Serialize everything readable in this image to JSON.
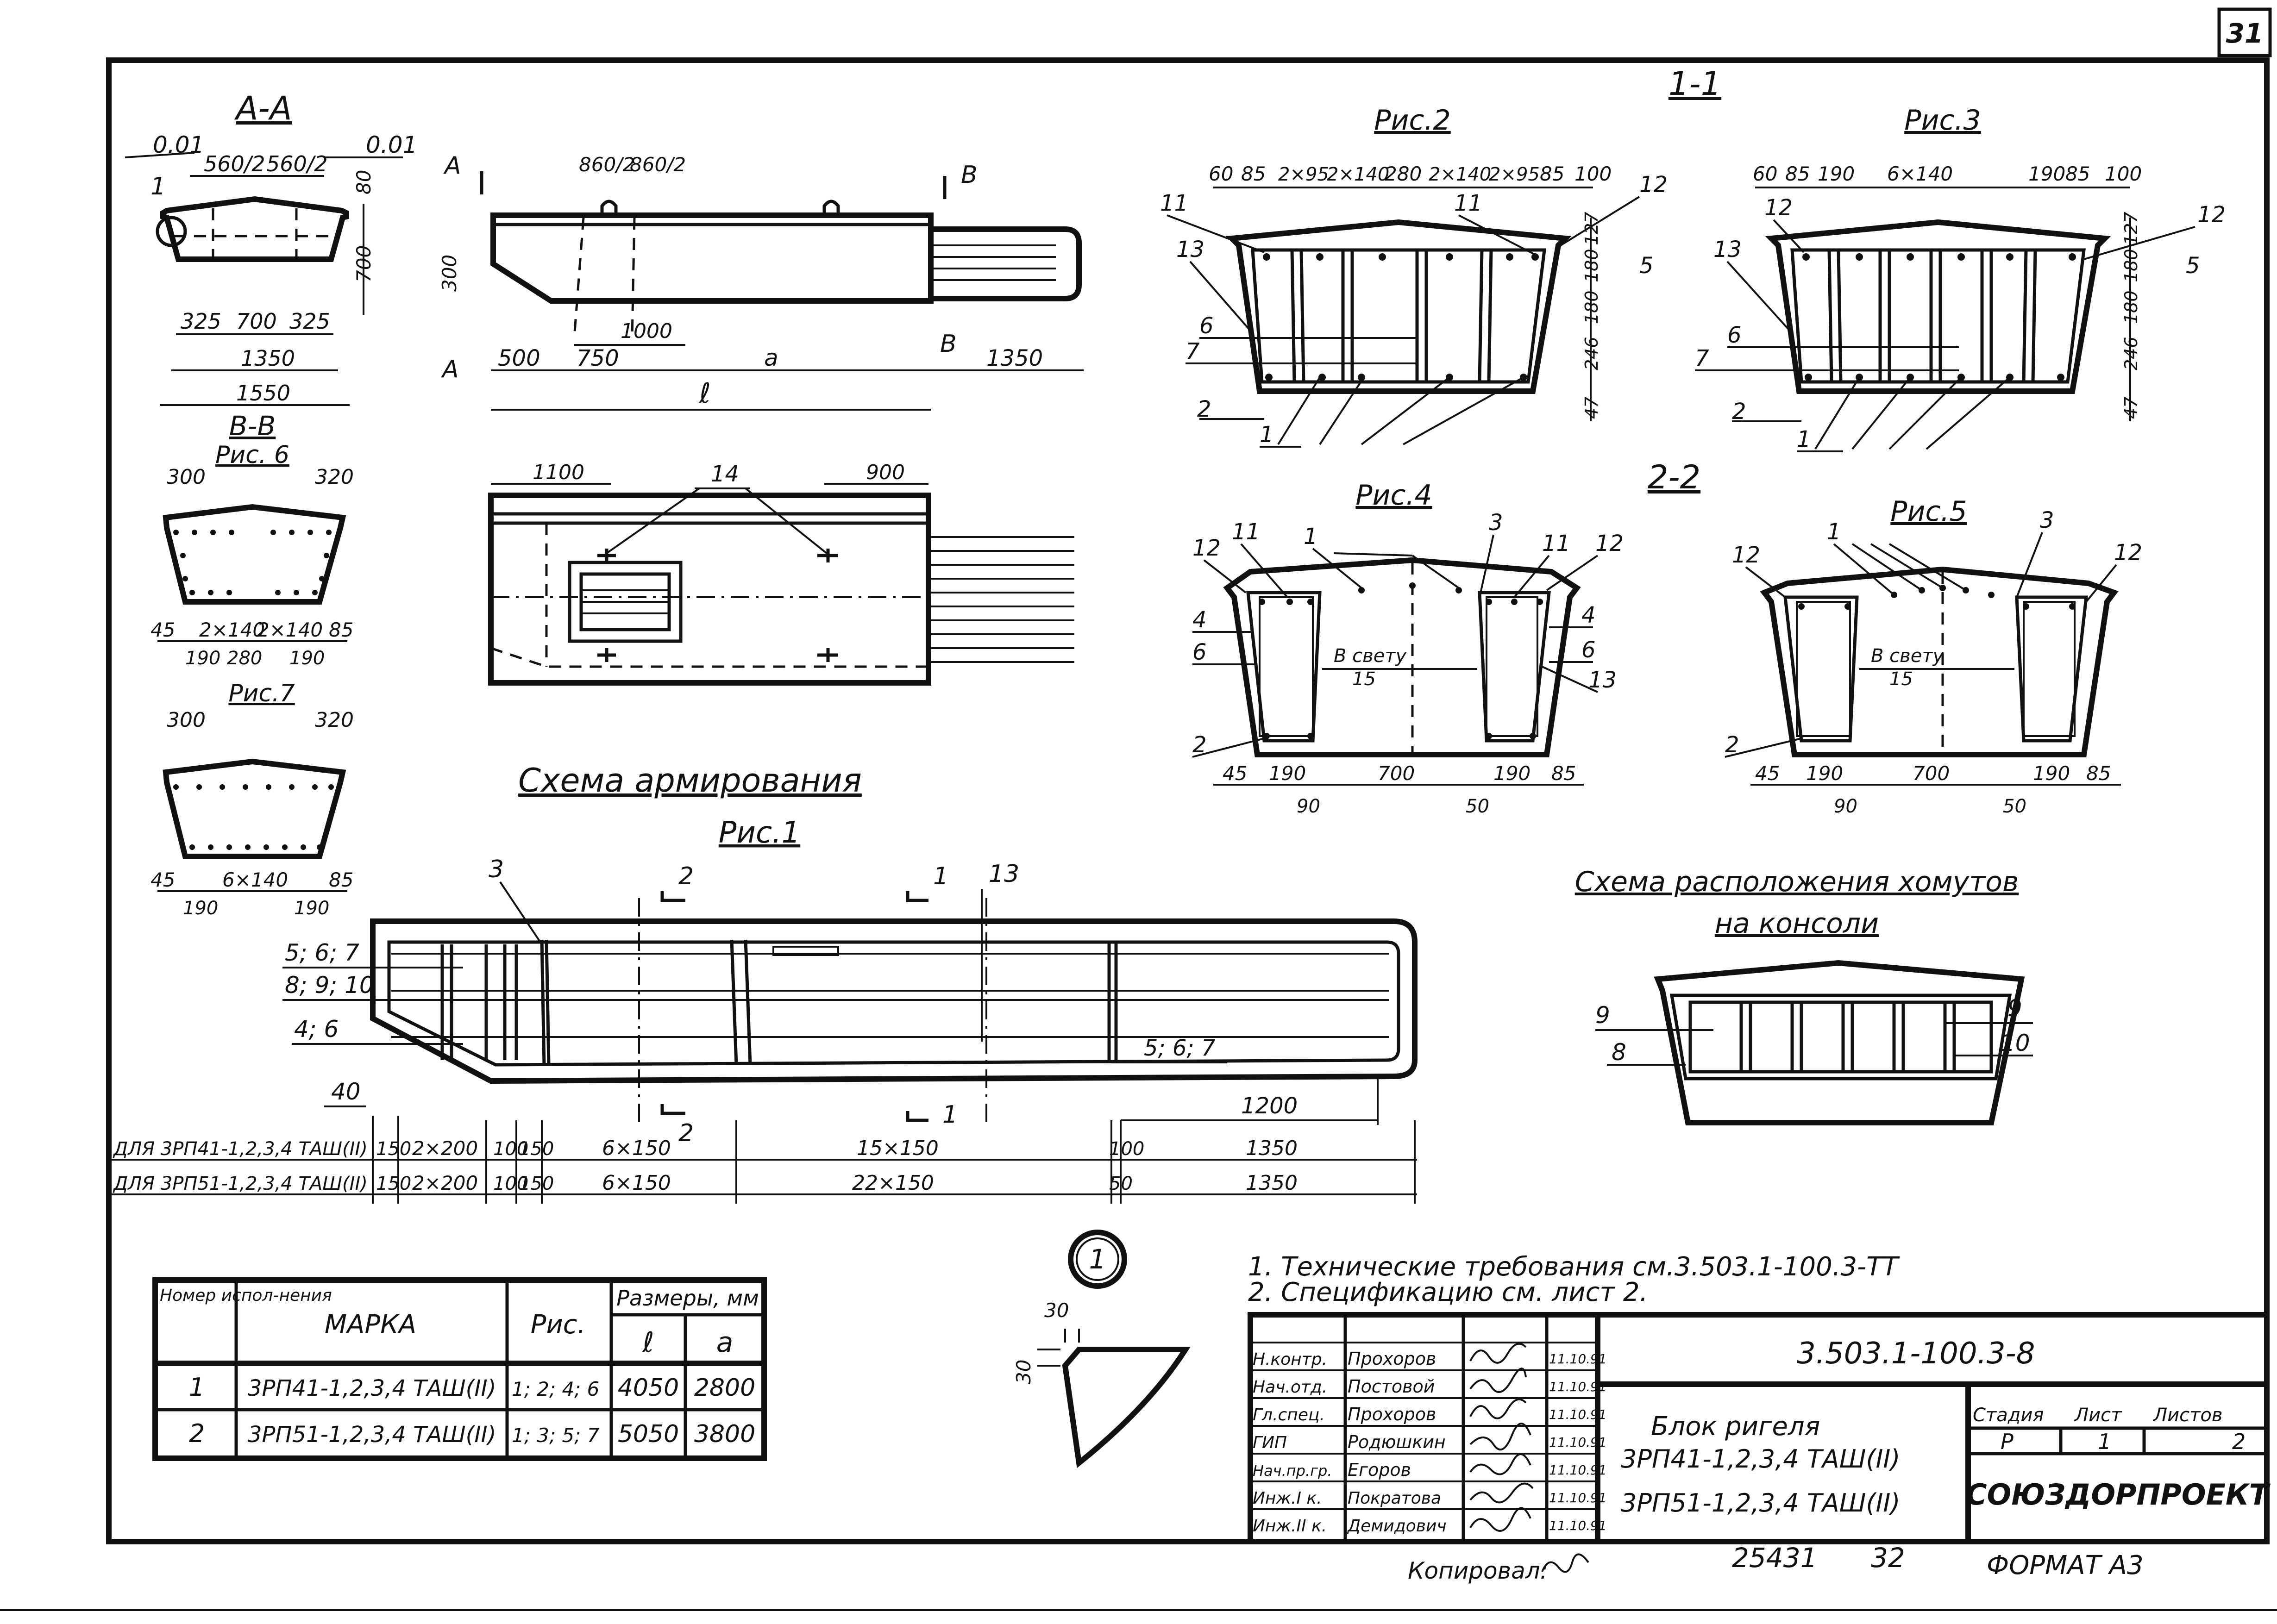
{
  "sheet": {
    "page_number": "31",
    "copied_by": "Копировал:",
    "inventory_no": "25431",
    "inventory_page": "32",
    "format": "ФОРМАТ А3"
  },
  "section_aa": {
    "title": "А-А",
    "slope_left": "0.01",
    "slope_right": "0.01",
    "top_dims": [
      "560/2",
      "560/2"
    ],
    "mark_1": "1",
    "h_80": "80",
    "h_700": "700",
    "w_325a": "325",
    "w_700": "700",
    "w_325b": "325",
    "w_1350": "1350",
    "w_1550": "1550"
  },
  "section_bb": {
    "title": "В-В",
    "fig6": "Рис. 6",
    "fig6_top_left": "300",
    "fig6_top_right": "320",
    "fig6_dims": [
      "45",
      "2×140",
      "2×140",
      "85"
    ],
    "fig6_dims2": [
      "190",
      "280",
      "190"
    ],
    "fig7": "Рис.7",
    "fig7_top_left": "300",
    "fig7_top_right": "320",
    "fig7_dims": [
      "45",
      "6×140",
      "85"
    ],
    "fig7_dims2": [
      "190",
      "190"
    ]
  },
  "elevation": {
    "top_dims": [
      "860/2",
      "860/2"
    ],
    "h_300": "300",
    "w_1000": "1000",
    "w_500": "500",
    "w_750": "750",
    "w_a": "a",
    "w_1350": "1350",
    "w_l": "ℓ",
    "cut_a": "А",
    "cut_b": "В"
  },
  "plan": {
    "w_1100": "1100",
    "mark_14": "14",
    "w_900": "900"
  },
  "reinf": {
    "title": "Схема армирования",
    "fig1": "Рис.1",
    "marks_left": [
      "5; 6; 7",
      "8; 9; 10",
      "4; 6",
      "40"
    ],
    "mark_3": "3",
    "cut_2": "2",
    "cut_1": "1",
    "mark_13": "13",
    "mark_567": "5; 6; 7",
    "w_1200": "1200",
    "row1_label": "ДЛЯ 3РП41-1,2,3,4 ТАШ(II)",
    "row1_dims": [
      "150",
      "2×200",
      "100",
      "150",
      "6×150",
      "15×150",
      "100",
      "1350"
    ],
    "row2_label": "ДЛЯ 3РП51-1,2,3,4 ТАШ(II)",
    "row2_dims": [
      "150",
      "2×200",
      "100",
      "150",
      "6×150",
      "22×150",
      "50",
      "1350"
    ]
  },
  "sec11": {
    "title": "1-1",
    "fig2": "Рис.2",
    "fig2_top": [
      "60",
      "85",
      "2×95",
      "2×140",
      "280",
      "2×140",
      "2×95",
      "85",
      "100"
    ],
    "fig2_right": [
      "127",
      "180",
      "180",
      "246",
      "47"
    ],
    "fig2_marks": [
      "11",
      "13",
      "6",
      "7",
      "2",
      "1",
      "11",
      "12",
      "5"
    ],
    "fig3": "Рис.3",
    "fig3_top": [
      "60",
      "85",
      "190",
      "6×140",
      "190",
      "85",
      "100"
    ],
    "fig3_right": [
      "127",
      "180",
      "180",
      "246",
      "47"
    ],
    "fig3_marks": [
      "12",
      "13",
      "6",
      "7",
      "2",
      "1",
      "12",
      "5"
    ]
  },
  "sec22": {
    "title": "2-2",
    "fig4": "Рис.4",
    "fig4_marks": [
      "11",
      "1",
      "3",
      "11",
      "12",
      "12",
      "4",
      "6",
      "4",
      "6",
      "13",
      "2"
    ],
    "fig4_clear": "В свету",
    "fig4_clear_val": "15",
    "fig4_dims": [
      "45",
      "190",
      "700",
      "190",
      "85"
    ],
    "fig4_dims2": [
      "90",
      "50"
    ],
    "fig5": "Рис.5",
    "fig5_marks": [
      "12",
      "1",
      "3",
      "12",
      "2"
    ],
    "fig5_clear": "В свету",
    "fig5_clear_val": "15",
    "fig5_dims": [
      "45",
      "190",
      "700",
      "190",
      "85"
    ],
    "fig5_dims2": [
      "90",
      "50"
    ]
  },
  "stirrups": {
    "title1": "Схема расположения хомутов",
    "title2": "на консоли",
    "marks": [
      "9",
      "8",
      "9",
      "10"
    ]
  },
  "detail1": {
    "label": "1",
    "d1": "30",
    "d2": "30"
  },
  "notes": [
    "1. Технические требования см.3.503.1-100.3-ТТ",
    "2. Спецификацию см. лист 2."
  ],
  "table": {
    "headers": {
      "num": "Номер испол-нения",
      "mark": "МАРКА",
      "fig": "Рис.",
      "sizes": "Размеры, мм",
      "l": "ℓ",
      "a": "a"
    },
    "rows": [
      {
        "num": "1",
        "mark": "3РП41-1,2,3,4 ТАШ(II)",
        "fig": "1; 2; 4; 6",
        "l": "4050",
        "a": "2800"
      },
      {
        "num": "2",
        "mark": "3РП51-1,2,3,4 ТАШ(II)",
        "fig": "1; 3; 5; 7",
        "l": "5050",
        "a": "3800"
      }
    ]
  },
  "title_block": {
    "doc_code": "3.503.1-100.3-8",
    "signers": [
      {
        "role": "Н.контр.",
        "name": "Прохоров",
        "date": "11.10.91"
      },
      {
        "role": "Нач.отд.",
        "name": "Постовой",
        "date": "11.10.91"
      },
      {
        "role": "Гл.спец.",
        "name": "Прохоров",
        "date": "11.10.91"
      },
      {
        "role": "ГИП",
        "name": "Родюшкин",
        "date": "11.10.91"
      },
      {
        "role": "Нач.пр.гр.",
        "name": "Егоров",
        "date": "11.10.91"
      },
      {
        "role": "Инж.I к.",
        "name": "Пократова",
        "date": "11.10.91"
      },
      {
        "role": "Инж.II к.",
        "name": "Демидович",
        "date": "11.10.91"
      }
    ],
    "name_line1": "Блок ригеля",
    "name_line2": "3РП41-1,2,3,4 ТАШ(II)",
    "name_line3": "3РП51-1,2,3,4 ТАШ(II)",
    "stage_h": "Стадия",
    "sheet_h": "Лист",
    "sheets_h": "Листов",
    "stage": "Р",
    "sheet": "1",
    "sheets": "2",
    "org": "СОЮЗДОРПРОЕКТ"
  }
}
